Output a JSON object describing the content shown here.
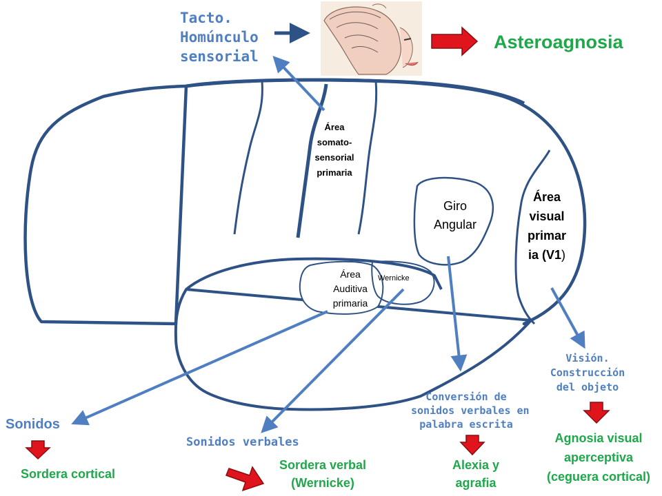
{
  "colors": {
    "outline": "#2f5286",
    "arrow": "#4f7fc1",
    "red_arrow": "#e0141c",
    "green_text": "#1ea84a",
    "blue_text": "#4f7fc1"
  },
  "top": {
    "tacto": [
      "Tacto.",
      "Homúnculo",
      "sensorial"
    ],
    "asteroagnosia": "Asteroagnosia",
    "homunculus_image": "sensory-homunculus-image"
  },
  "areas": {
    "somatosensorial": [
      "Área",
      "somato-",
      "sensorial",
      "primaria"
    ],
    "giro": [
      "Giro",
      "Angular"
    ],
    "visual_prefix": [
      "Área",
      "visual",
      "primar",
      "ia (V1"
    ],
    "visual_suffix": ")",
    "auditiva": [
      "Área",
      "Auditiva",
      "primaria"
    ],
    "wernicke": "Wernicke"
  },
  "outcomes": {
    "sonidos": "Sonidos",
    "sordera_cortical": "Sordera cortical",
    "sonidos_verbales": "Sonidos verbales",
    "sordera_verbal": [
      "Sordera verbal",
      "(Wernicke)"
    ],
    "conversion": [
      "Conversión de",
      "sonidos verbales en",
      "palabra escrita"
    ],
    "alexia": [
      "Alexia y",
      "agrafia"
    ],
    "vision": [
      "Visión.",
      "Construcción",
      "del objeto"
    ],
    "agnosia": [
      "Agnosia visual",
      "aperceptiva",
      "(ceguera cortical)"
    ]
  }
}
